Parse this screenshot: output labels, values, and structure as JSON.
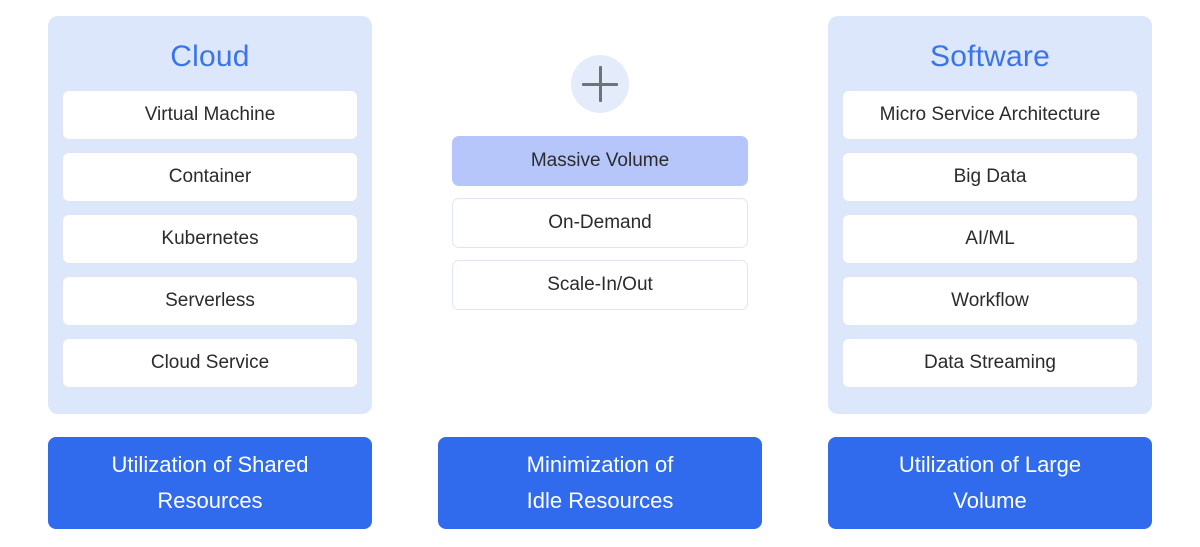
{
  "theme": {
    "panel_bg": "#dce7fc",
    "panel_title_color": "#3b74e8",
    "item_bg": "#ffffff",
    "item_border": "#dfe5f3",
    "item_highlight_bg": "#b6c6fb",
    "footer_bg": "#2f6bec",
    "footer_text": "#ffffff",
    "plus_circle_bg": "#e4ecfb",
    "plus_glyph_color": "#6e7379",
    "page_bg": "#ffffff"
  },
  "columns": [
    {
      "id": "cloud",
      "title": "Cloud",
      "has_panel": true,
      "has_plus": false,
      "items": [
        {
          "label": "Virtual Machine",
          "highlight": false
        },
        {
          "label": "Container",
          "highlight": false
        },
        {
          "label": "Kubernetes",
          "highlight": false
        },
        {
          "label": "Serverless",
          "highlight": false
        },
        {
          "label": "Cloud Service",
          "highlight": false
        }
      ]
    },
    {
      "id": "middle",
      "title": "",
      "has_panel": false,
      "has_plus": true,
      "plus_icon": "plus-icon",
      "items": [
        {
          "label": "Massive Volume",
          "highlight": true
        },
        {
          "label": "On-Demand",
          "highlight": false
        },
        {
          "label": "Scale-In/Out",
          "highlight": false
        }
      ]
    },
    {
      "id": "software",
      "title": "Software",
      "has_panel": true,
      "has_plus": false,
      "items": [
        {
          "label": "Micro Service Architecture",
          "highlight": false
        },
        {
          "label": "Big Data",
          "highlight": false
        },
        {
          "label": "AI/ML",
          "highlight": false
        },
        {
          "label": "Workflow",
          "highlight": false
        },
        {
          "label": "Data Streaming",
          "highlight": false
        }
      ]
    }
  ],
  "footers": [
    {
      "id": "shared-resources",
      "label": "Utilization of Shared\nResources"
    },
    {
      "id": "idle-resources",
      "label": "Minimization of\nIdle Resources"
    },
    {
      "id": "large-volume",
      "label": "Utilization of Large\nVolume"
    }
  ]
}
